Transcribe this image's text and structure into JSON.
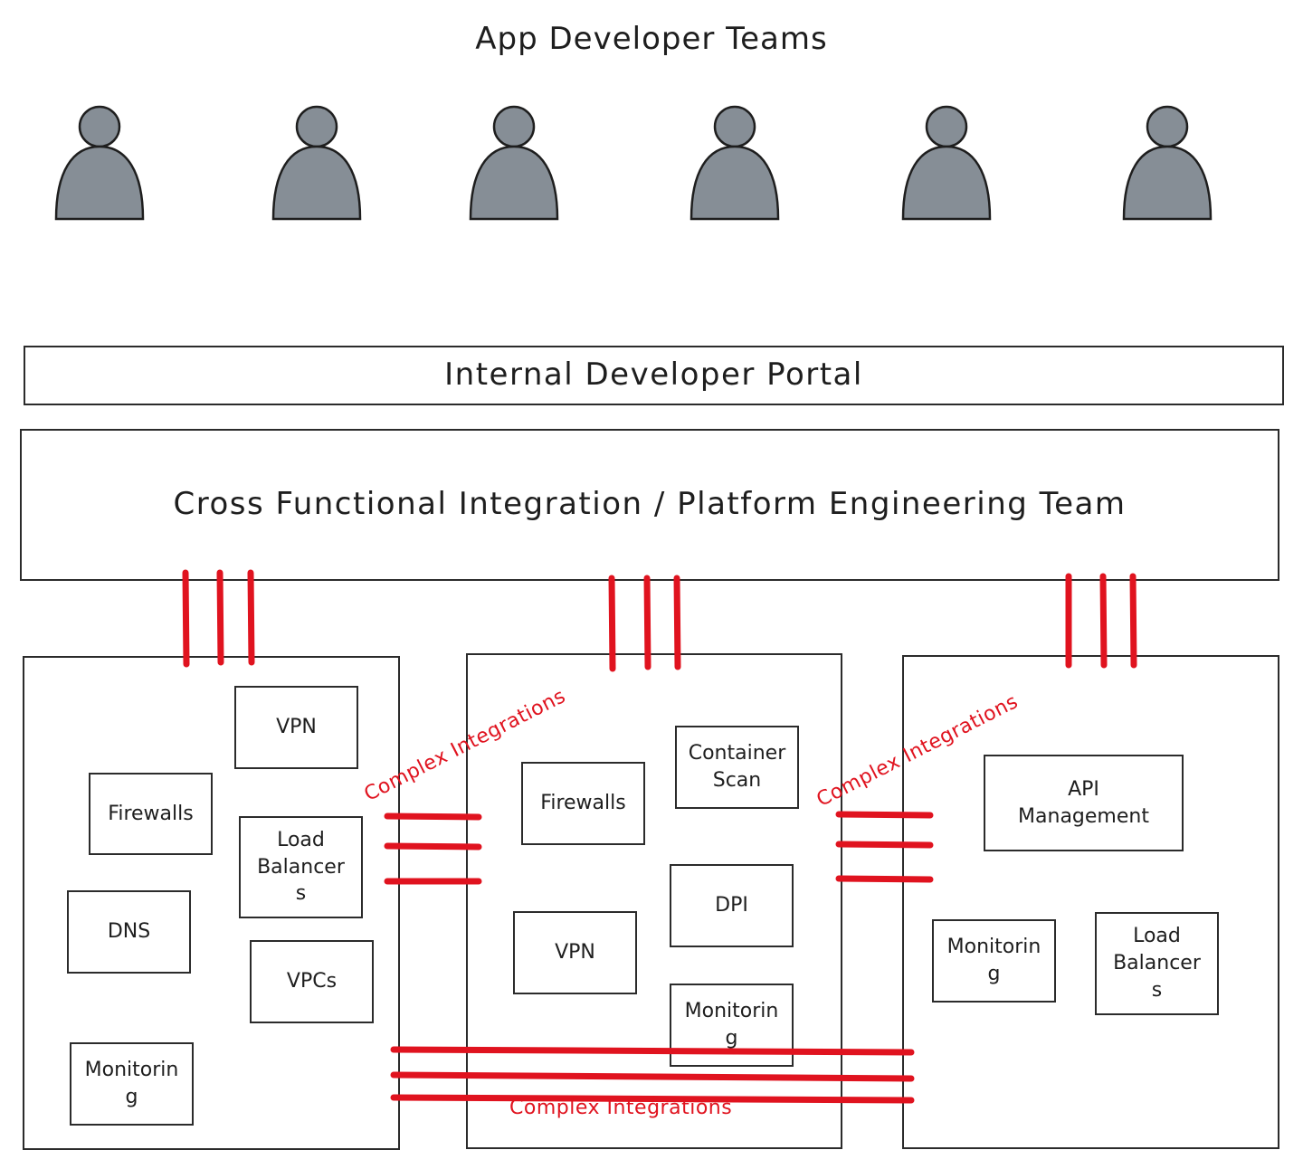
{
  "title": "App Developer Teams",
  "portal": {
    "label": "Internal Developer Portal"
  },
  "platform_team": {
    "label": "Cross Functional Integration / Platform Engineering Team"
  },
  "developer_count": 6,
  "colors": {
    "person_fill": "#868e96",
    "outline": "#1e1e1e",
    "integration": "#e0131f"
  },
  "groups": [
    {
      "components": [
        {
          "label": "VPN"
        },
        {
          "label": "Firewalls"
        },
        {
          "label": "Load\nBalancer\ns"
        },
        {
          "label": "DNS"
        },
        {
          "label": "VPCs"
        },
        {
          "label": "Monitorin\ng"
        }
      ]
    },
    {
      "components": [
        {
          "label": "Container\nScan"
        },
        {
          "label": "Firewalls"
        },
        {
          "label": "DPI"
        },
        {
          "label": "VPN"
        },
        {
          "label": "Monitorin\ng"
        }
      ]
    },
    {
      "components": [
        {
          "label": "API\nManagement"
        },
        {
          "label": "Monitorin\ng"
        },
        {
          "label": "Load\nBalancer\ns"
        }
      ]
    }
  ],
  "integrations": [
    {
      "label": "Complex Integrations"
    },
    {
      "label": "Complex Integrations"
    },
    {
      "label": "Complex Integrations"
    }
  ]
}
